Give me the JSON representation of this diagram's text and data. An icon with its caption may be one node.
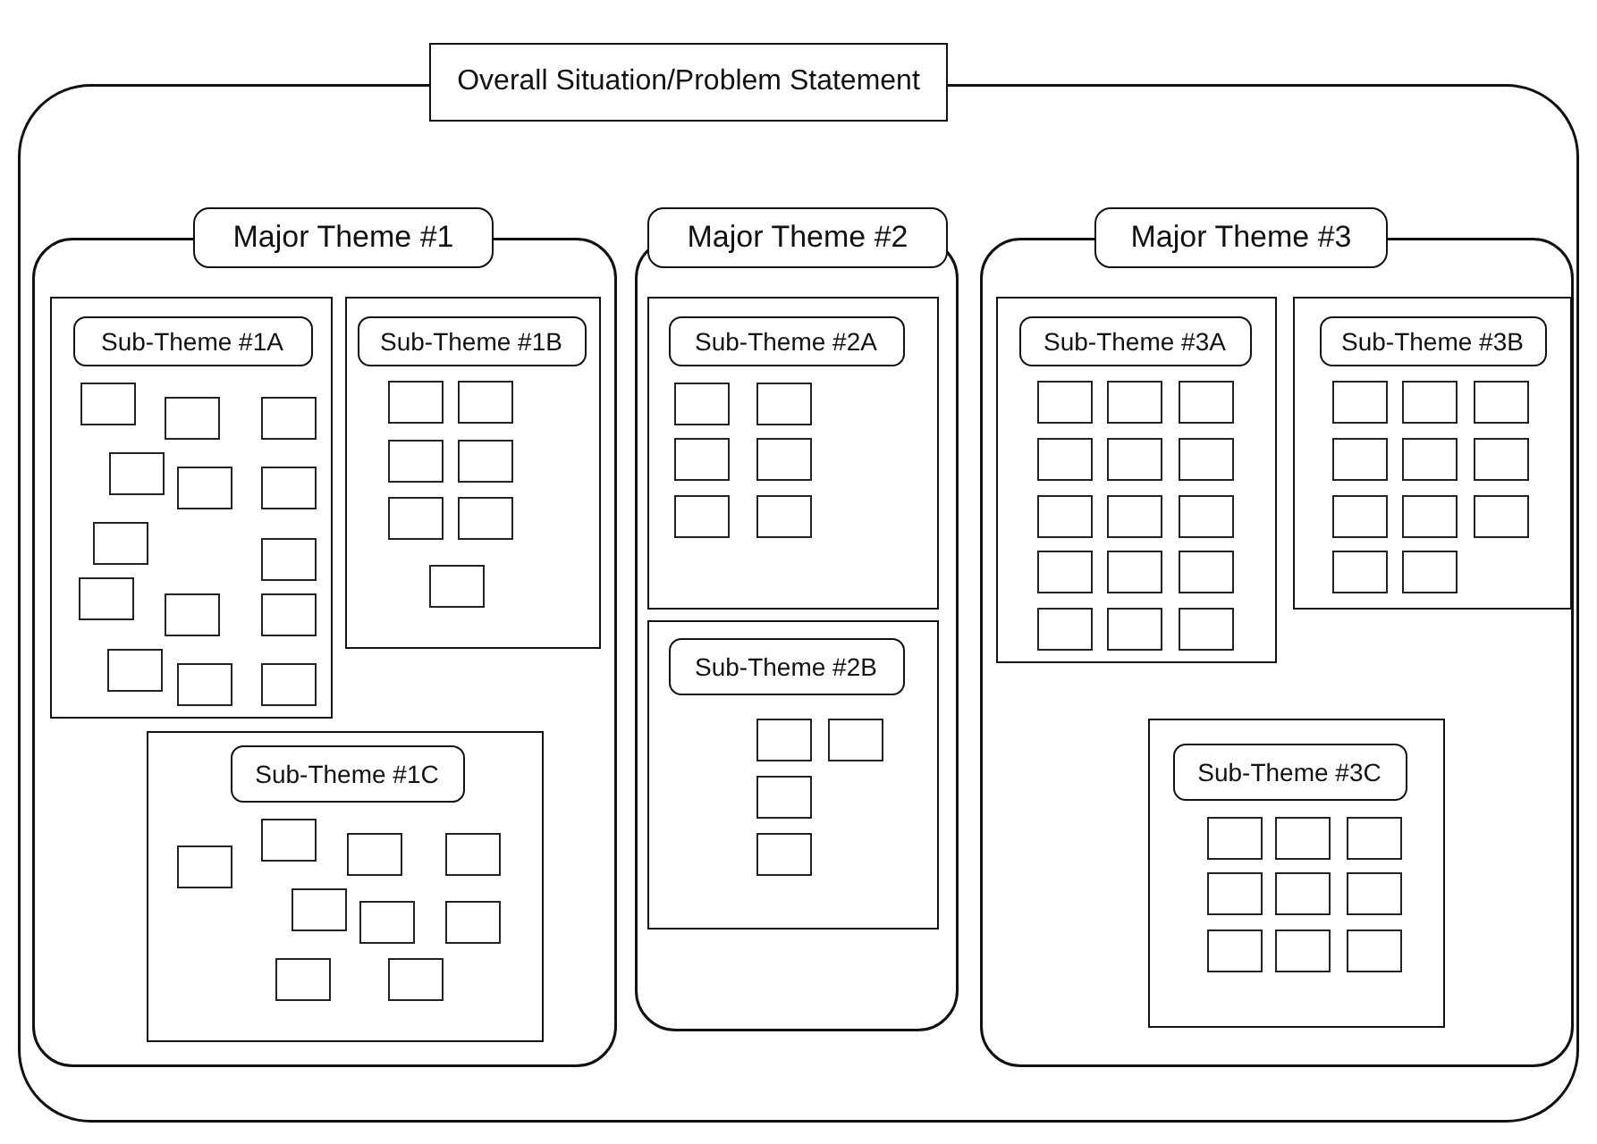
{
  "diagram": {
    "nodes": [
      {
        "text": [
          "Overall Situation/Problem Statement"
        ]
      },
      {
        "text": [
          "Major Theme #1"
        ],
        "in": 0
      },
      {
        "text": [
          "Sub-Theme #1A"
        ],
        "in": 1
      },
      {
        "text": [],
        "shape": "box",
        "in": 2
      },
      {
        "text": [],
        "shape": "box",
        "in": 2
      },
      {
        "text": [],
        "shape": "box",
        "in": 2
      },
      {
        "text": [],
        "shape": "box",
        "in": 2
      },
      {
        "text": [],
        "shape": "box",
        "in": 2
      },
      {
        "text": [],
        "shape": "box",
        "in": 2
      },
      {
        "text": [],
        "shape": "box",
        "in": 2
      },
      {
        "text": [],
        "shape": "box",
        "in": 2
      },
      {
        "text": [],
        "shape": "box",
        "in": 2
      },
      {
        "text": [],
        "shape": "box",
        "in": 2
      },
      {
        "text": [],
        "shape": "box",
        "in": 2
      },
      {
        "text": [],
        "shape": "box",
        "in": 2
      },
      {
        "text": [],
        "shape": "box",
        "in": 2
      },
      {
        "text": [],
        "shape": "box",
        "in": 2
      },
      {
        "text": [
          "Sub-Theme #1B"
        ],
        "in": 1
      },
      {
        "text": [],
        "shape": "box",
        "in": 17
      },
      {
        "text": [],
        "shape": "box",
        "in": 17
      },
      {
        "text": [],
        "shape": "box",
        "in": 17
      },
      {
        "text": [],
        "shape": "box",
        "in": 17
      },
      {
        "text": [],
        "shape": "box",
        "in": 17
      },
      {
        "text": [],
        "shape": "box",
        "in": 17
      },
      {
        "text": [],
        "shape": "box",
        "in": 17
      },
      {
        "text": [
          "Sub-Theme #1C"
        ],
        "in": 1
      },
      {
        "text": [],
        "shape": "box",
        "in": 25
      },
      {
        "text": [],
        "shape": "box",
        "in": 25
      },
      {
        "text": [],
        "shape": "box",
        "in": 25
      },
      {
        "text": [],
        "shape": "box",
        "in": 25
      },
      {
        "text": [],
        "shape": "box",
        "in": 25
      },
      {
        "text": [],
        "shape": "box",
        "in": 25
      },
      {
        "text": [],
        "shape": "box",
        "in": 25
      },
      {
        "text": [],
        "shape": "box",
        "in": 25
      },
      {
        "text": [],
        "shape": "box",
        "in": 25
      },
      {
        "text": [
          "Major Theme #2"
        ],
        "in": 0
      },
      {
        "text": [
          "Sub-Theme #2A"
        ],
        "in": 35
      },
      {
        "text": [],
        "shape": "box",
        "in": 36
      },
      {
        "text": [],
        "shape": "box",
        "in": 36
      },
      {
        "text": [],
        "shape": "box",
        "in": 36
      },
      {
        "text": [],
        "shape": "box",
        "in": 36
      },
      {
        "text": [],
        "shape": "box",
        "in": 36
      },
      {
        "text": [],
        "shape": "box",
        "in": 36
      },
      {
        "text": [
          "Sub-Theme #2B"
        ],
        "in": 35
      },
      {
        "text": [],
        "shape": "box",
        "in": 43
      },
      {
        "text": [],
        "shape": "box",
        "in": 43
      },
      {
        "text": [],
        "shape": "box",
        "in": 43
      },
      {
        "text": [],
        "shape": "box",
        "in": 43
      },
      {
        "text": [
          "Major Theme #3"
        ],
        "in": 0
      },
      {
        "text": [
          "Sub-Theme #3A"
        ],
        "in": 48
      },
      {
        "text": [],
        "shape": "box",
        "in": 49
      },
      {
        "text": [],
        "shape": "box",
        "in": 49
      },
      {
        "text": [],
        "shape": "box",
        "in": 49
      },
      {
        "text": [],
        "shape": "box",
        "in": 49
      },
      {
        "text": [],
        "shape": "box",
        "in": 49
      },
      {
        "text": [],
        "shape": "box",
        "in": 49
      },
      {
        "text": [],
        "shape": "box",
        "in": 49
      },
      {
        "text": [],
        "shape": "box",
        "in": 49
      },
      {
        "text": [],
        "shape": "box",
        "in": 49
      },
      {
        "text": [],
        "shape": "box",
        "in": 49
      },
      {
        "text": [],
        "shape": "box",
        "in": 49
      },
      {
        "text": [],
        "shape": "box",
        "in": 49
      },
      {
        "text": [],
        "shape": "box",
        "in": 49
      },
      {
        "text": [],
        "shape": "box",
        "in": 49
      },
      {
        "text": [],
        "shape": "box",
        "in": 49
      },
      {
        "text": [
          "Sub-Theme #3B"
        ],
        "in": 48
      },
      {
        "text": [],
        "shape": "box",
        "in": 65
      },
      {
        "text": [],
        "shape": "box",
        "in": 65
      },
      {
        "text": [],
        "shape": "box",
        "in": 65
      },
      {
        "text": [],
        "shape": "box",
        "in": 65
      },
      {
        "text": [],
        "shape": "box",
        "in": 65
      },
      {
        "text": [],
        "shape": "box",
        "in": 65
      },
      {
        "text": [],
        "shape": "box",
        "in": 65
      },
      {
        "text": [],
        "shape": "box",
        "in": 65
      },
      {
        "text": [],
        "shape": "box",
        "in": 65
      },
      {
        "text": [],
        "shape": "box",
        "in": 65
      },
      {
        "text": [],
        "shape": "box",
        "in": 65
      },
      {
        "text": [
          "Sub-Theme #3C"
        ],
        "in": 48
      },
      {
        "text": [],
        "shape": "box",
        "in": 77
      },
      {
        "text": [],
        "shape": "box",
        "in": 77
      },
      {
        "text": [],
        "shape": "box",
        "in": 77
      },
      {
        "text": [],
        "shape": "box",
        "in": 77
      },
      {
        "text": [],
        "shape": "box",
        "in": 77
      },
      {
        "text": [],
        "shape": "box",
        "in": 77
      },
      {
        "text": [],
        "shape": "box",
        "in": 77
      },
      {
        "text": [],
        "shape": "box",
        "in": 77
      },
      {
        "text": [],
        "shape": "box",
        "in": 77
      }
    ]
  }
}
